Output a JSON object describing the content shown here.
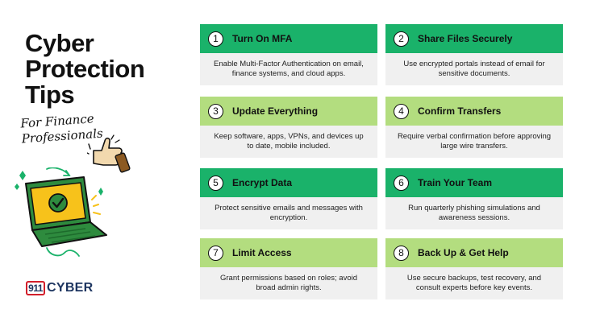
{
  "title": "Cyber Protection Tips",
  "title_lines": [
    "Cyber",
    "Protection",
    "Tips"
  ],
  "subtitle": "For Finance Professionals",
  "subtitle_lines": [
    "For Finance",
    "Professionals"
  ],
  "brand": {
    "badge": "911",
    "name": "CYBER"
  },
  "colors": {
    "header_dark": "#1ab26a",
    "header_light": "#b3dd7f",
    "body_bg": "#f0f0f0",
    "laptop_screen": "#f7c21b",
    "laptop_body": "#2e8b3e",
    "brand_navy": "#1d3560",
    "brand_red": "#d21f2b"
  },
  "icons": [
    "thumbs-up-icon",
    "laptop-check-icon",
    "sparkle-icon"
  ],
  "tips": [
    {
      "number": "1",
      "title": "Turn On MFA",
      "body": "Enable Multi-Factor Authentication on email, finance systems, and cloud apps."
    },
    {
      "number": "2",
      "title": "Share Files Securely",
      "body": "Use encrypted portals instead of email for sensitive documents."
    },
    {
      "number": "3",
      "title": "Update Everything",
      "body": "Keep software, apps, VPNs, and devices up to date, mobile included."
    },
    {
      "number": "4",
      "title": "Confirm Transfers",
      "body": "Require verbal confirmation before approving large wire transfers."
    },
    {
      "number": "5",
      "title": "Encrypt Data",
      "body": "Protect sensitive emails and messages with encryption."
    },
    {
      "number": "6",
      "title": "Train Your Team",
      "body": "Run quarterly phishing simulations and awareness sessions."
    },
    {
      "number": "7",
      "title": "Limit Access",
      "body": "Grant permissions based on roles; avoid broad admin rights."
    },
    {
      "number": "8",
      "title": "Back Up & Get Help",
      "body": "Use secure backups, test recovery, and consult experts before key events."
    }
  ]
}
